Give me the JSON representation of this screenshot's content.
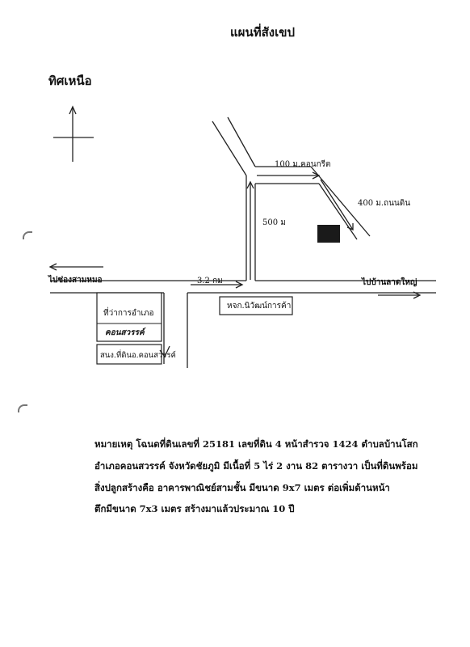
{
  "title": "แผนที่สังเขป",
  "north_label": "ทิศเหนือ",
  "map": {
    "road_100m": "100 ม.คอนกรีต",
    "road_400m": "400 ม.ถนนดิน",
    "road_500m": "500 ม",
    "road_3_2km": "3.2 กม",
    "to_left": "ไปช่องสามหมอ",
    "to_right": "ไปบ้านลาดใหญ่",
    "shop": "หจก.นิวัฒน์การค้า",
    "district_office": "ที่ว่าการอำเภอ",
    "district_name_hand": "คอนสวรรค์",
    "land_office": "สนง.ที่ดินอ.คอนสวรรค์"
  },
  "notes": [
    "หมายเหตุ โฉนดที่ดินเลขที่ 25181 เลขที่ดิน 4 หน้าสำรวจ 1424 ตำบลบ้านโสก",
    "อำเภอคอนสวรรค์ จังหวัดชัยภูมิ มีเนื้อที่ 5 ไร่ 2 งาน 82 ตารางวา เป็นที่ดินพร้อม",
    "สิ่งปลูกสร้างคือ อาคารพาณิชย์สามชั้น มีขนาด 9x7 เมตร ต่อเพิ่มด้านหน้า",
    "ตึกมีขนาด 7x3 เมตร สร้างมาแล้วประมาณ 10 ปี"
  ]
}
